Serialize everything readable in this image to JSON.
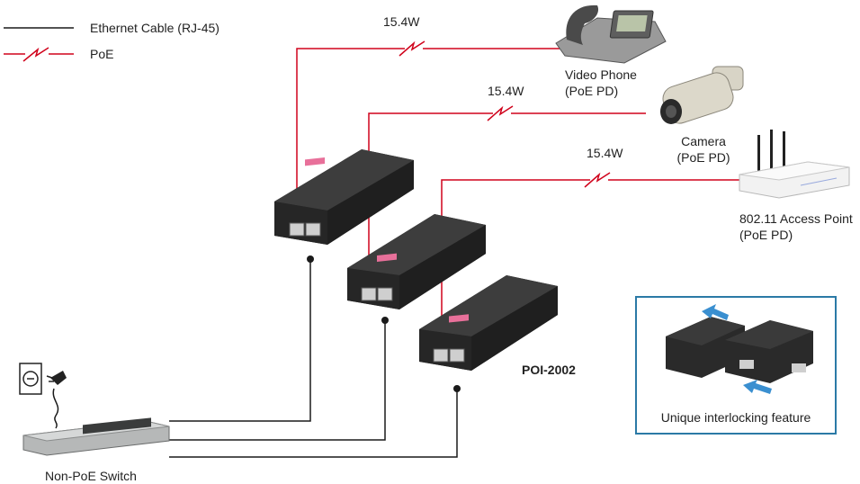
{
  "legend": {
    "ethernet_label": "Ethernet Cable (RJ-45)",
    "poe_label": "PoE"
  },
  "links": [
    {
      "power": "15.4W"
    },
    {
      "power": "15.4W"
    },
    {
      "power": "15.4W"
    }
  ],
  "devices": {
    "phone": {
      "name": "Video Phone",
      "role": "(PoE PD)"
    },
    "camera": {
      "name": "Camera",
      "role": "(PoE PD)"
    },
    "ap": {
      "name": "802.11 Access Point",
      "role": "(PoE PD)"
    },
    "switch": {
      "name": "Non-PoE Switch"
    },
    "injector_model": "POI-2002"
  },
  "inset": {
    "caption": "Unique interlocking feature"
  },
  "colors": {
    "poe": "#d0021b",
    "ethernet": "#1a1a1a",
    "inset_border": "#2b7aa6",
    "arrow": "#3a8fd0"
  }
}
